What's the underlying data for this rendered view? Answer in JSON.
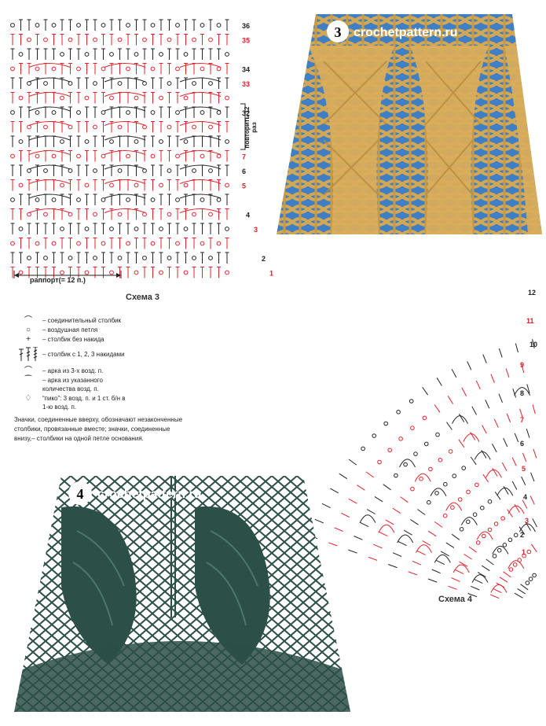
{
  "scheme3": {
    "caption": "Схема 3",
    "rapport": "раппорт(= 12 п.)",
    "repeat": "повторить 12 раз",
    "rows_black": [
      "36",
      "34",
      "32",
      "6",
      "4",
      "2"
    ],
    "rows_red": [
      "35",
      "33",
      "7",
      "5",
      "3",
      "1"
    ]
  },
  "scheme4": {
    "caption": "Схема 4",
    "rows_black": [
      "12",
      "10",
      "8",
      "6",
      "4",
      "2"
    ],
    "rows_red": [
      "11",
      "9",
      "7",
      "5",
      "3",
      "1"
    ]
  },
  "legend": {
    "items": [
      {
        "icon": "slip-stitch-icon",
        "text": "– соединительный столбик"
      },
      {
        "icon": "chain-stitch-icon",
        "text": "– воздушная петля"
      },
      {
        "icon": "single-crochet-icon",
        "text": "– столбик без накида"
      },
      {
        "icon": "double-crochet-icon",
        "text": "– столбик с 1, 2, 3 накидами"
      },
      {
        "icon": "arch-3-icon",
        "text": "– арка из 3-х возд. п."
      },
      {
        "icon": "arch-n-icon",
        "text": "– арка из указанного количества возд. п."
      },
      {
        "icon": "picot-icon",
        "text": "“пико”: 3 возд. п. и 1 ст. б/н в 1-ю возд. п."
      }
    ],
    "note": "Значки, соединенные вверху, обозначают незаконченные столбики, провязанные вместе; значки, соединенные внизу,– столбики на одной петле основания."
  },
  "photo3": {
    "number": "3",
    "site": "crochetpattern.ru"
  },
  "photo4": {
    "number": "4",
    "site": "crochetpattern.ru"
  },
  "colors": {
    "red": "#e4202a",
    "black": "#222222",
    "yarn_gold": "#d4a752",
    "blue": "#3f7fc6",
    "green": "#2c4f47"
  }
}
